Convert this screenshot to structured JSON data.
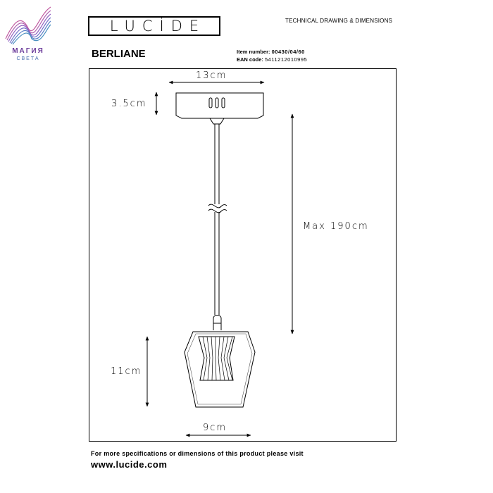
{
  "store_logo": {
    "title": "МАГИЯ",
    "subtitle": "СВЕТА",
    "icon": "wave-ribbon-logo"
  },
  "brand": {
    "name": "LUCİDE"
  },
  "header": {
    "doc_type": "TECHNICAL DRAWING & DIMENSIONS"
  },
  "product": {
    "name": "BERLIANE",
    "item_label": "Item number:",
    "item_value": "00430/04/60",
    "ean_label": "EAN code:",
    "ean_value": "5411212010995"
  },
  "dimensions": {
    "canopy_width": "13cm",
    "canopy_height": "3.5cm",
    "cord_length": "Max 190cm",
    "shade_height": "11cm",
    "shade_width": "9cm"
  },
  "footer": {
    "text": "For more specifications or dimensions of this product please visit",
    "url": "www.lucide.com"
  },
  "colors": {
    "line": "#000000",
    "logo_purple": "#6a3a9a",
    "logo_blue": "#4a70b0"
  }
}
